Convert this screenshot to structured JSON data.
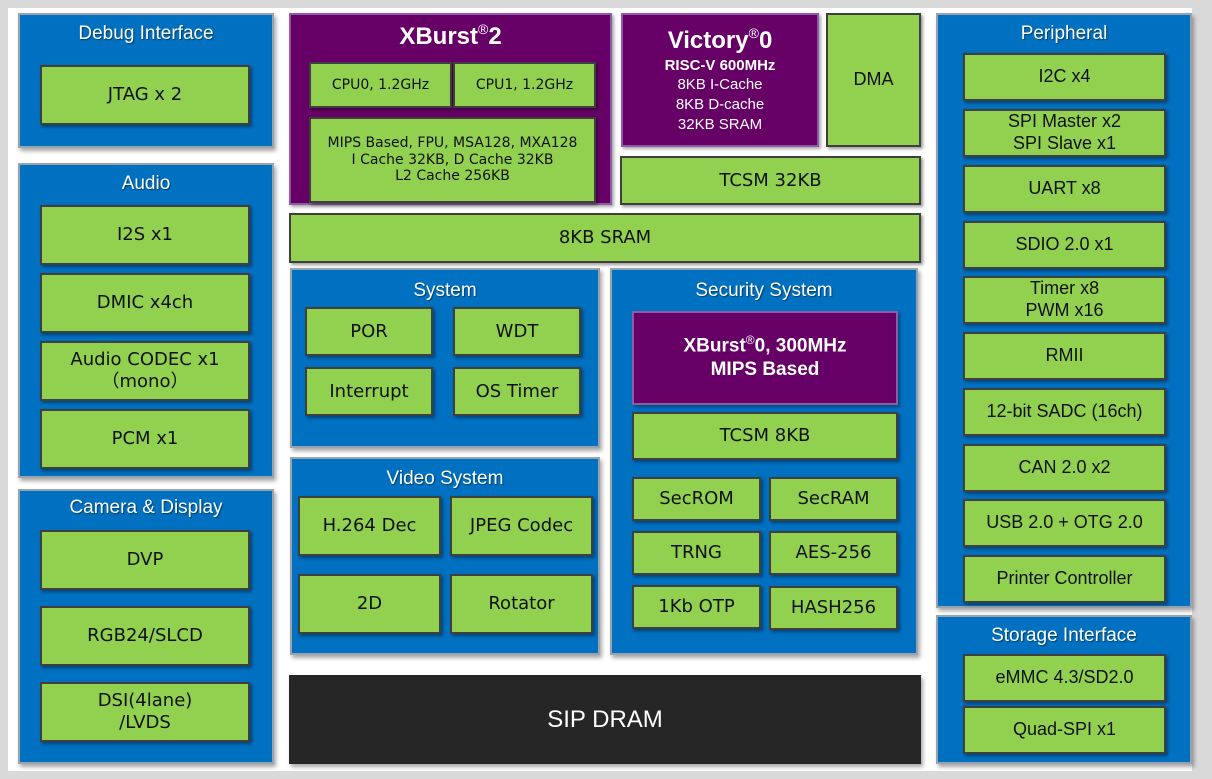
{
  "colors": {
    "group_blue": "#0070c0",
    "block_green": "#92d050",
    "cpu_purple": "#660066",
    "dram_black": "#262626",
    "background": "#ffffff"
  },
  "debug": {
    "title": "Debug Interface",
    "items": [
      "JTAG x 2"
    ]
  },
  "audio": {
    "title": "Audio",
    "items": [
      "I2S x1",
      "DMIC x4ch",
      "Audio CODEC x1\n（mono）",
      "PCM x1"
    ]
  },
  "camera": {
    "title": "Camera & Display",
    "items": [
      "DVP",
      "RGB24/SLCD",
      "DSI(4lane)\n/LVDS"
    ]
  },
  "xburst2": {
    "title": "XBurst",
    "reg": "®",
    "suffix": "2",
    "cpu0": "CPU0, 1.2GHz",
    "cpu1": "CPU1, 1.2GHz",
    "features": "MIPS Based, FPU, MSA128, MXA128\nI Cache 32KB, D Cache 32KB\nL2 Cache 256KB"
  },
  "victory0": {
    "title": "Victory",
    "reg": "®",
    "suffix": "0",
    "line1": "RISC-V 600MHz",
    "line2": "8KB I-Cache",
    "line3": "8KB D-cache",
    "line4": "32KB SRAM"
  },
  "dma": "DMA",
  "tcsm32": "TCSM 32KB",
  "sram8": "8KB SRAM",
  "system": {
    "title": "System",
    "items": [
      "POR",
      "WDT",
      "Interrupt",
      "OS Timer"
    ]
  },
  "video": {
    "title": "Video System",
    "items": [
      "H.264 Dec",
      "JPEG Codec",
      "2D",
      "Rotator"
    ]
  },
  "security": {
    "title": "Security  System",
    "cpu_title": "XBurst",
    "cpu_reg": "®",
    "cpu_suffix": "0, 300MHz",
    "cpu_line2": "MIPS Based",
    "tcsm": "TCSM 8KB",
    "items": [
      "SecROM",
      "SecRAM",
      "TRNG",
      "AES-256",
      "1Kb OTP",
      "HASH256"
    ]
  },
  "dram": "SIP DRAM",
  "peripheral": {
    "title": "Peripheral",
    "items": [
      "I2C x4",
      "SPI Master x2\nSPI Slave x1",
      "UART x8",
      "SDIO 2.0 x1",
      "Timer x8\nPWM x16",
      "RMII",
      "12-bit SADC (16ch)",
      "CAN 2.0 x2",
      "USB 2.0 + OTG 2.0",
      "Printer Controller"
    ]
  },
  "storage": {
    "title": "Storage Interface",
    "items": [
      "eMMC 4.3/SD2.0",
      "Quad-SPI x1"
    ]
  }
}
